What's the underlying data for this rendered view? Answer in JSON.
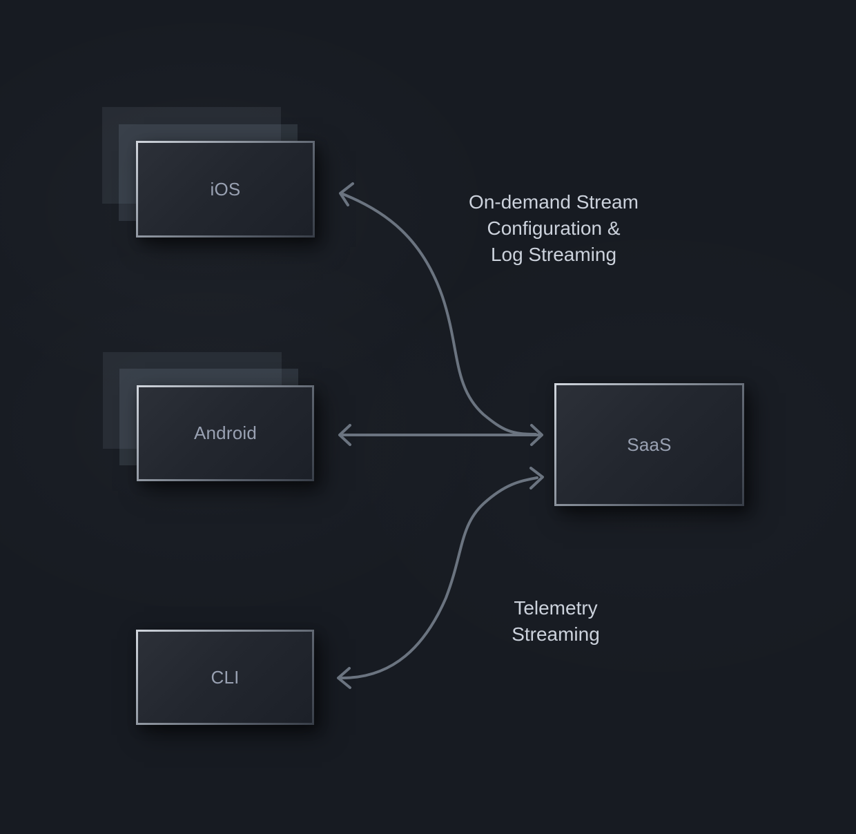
{
  "diagram": {
    "nodes": {
      "ios": {
        "label": "iOS",
        "stacked_instances": true
      },
      "android": {
        "label": "Android",
        "stacked_instances": true
      },
      "cli": {
        "label": "CLI",
        "stacked_instances": false
      },
      "saas": {
        "label": "SaaS",
        "stacked_instances": false
      }
    },
    "edges": [
      {
        "id": "saas-ios",
        "from": "SaaS",
        "to": "iOS",
        "direction": "bidirectional",
        "label": "On-demand Stream Configuration & Log Streaming",
        "label_lines": [
          "On-demand Stream",
          "Configuration &",
          "Log Streaming"
        ]
      },
      {
        "id": "saas-android",
        "from": "SaaS",
        "to": "Android",
        "direction": "bidirectional",
        "label": "",
        "label_lines": []
      },
      {
        "id": "saas-cli",
        "from": "SaaS",
        "to": "CLI",
        "direction": "bidirectional",
        "label": "Telemetry Streaming",
        "label_lines": [
          "Telemetry",
          "Streaming"
        ]
      }
    ],
    "colors": {
      "background": "#171b22",
      "node_fill_light": "#2c3038",
      "node_fill_dark": "#1c2028",
      "node_border_light": "#d2d7de",
      "node_border_dark": "#383e48",
      "node_label": "#99a1b2",
      "annotation_text": "#ccd2dc",
      "arrow": "#6b7480"
    }
  }
}
